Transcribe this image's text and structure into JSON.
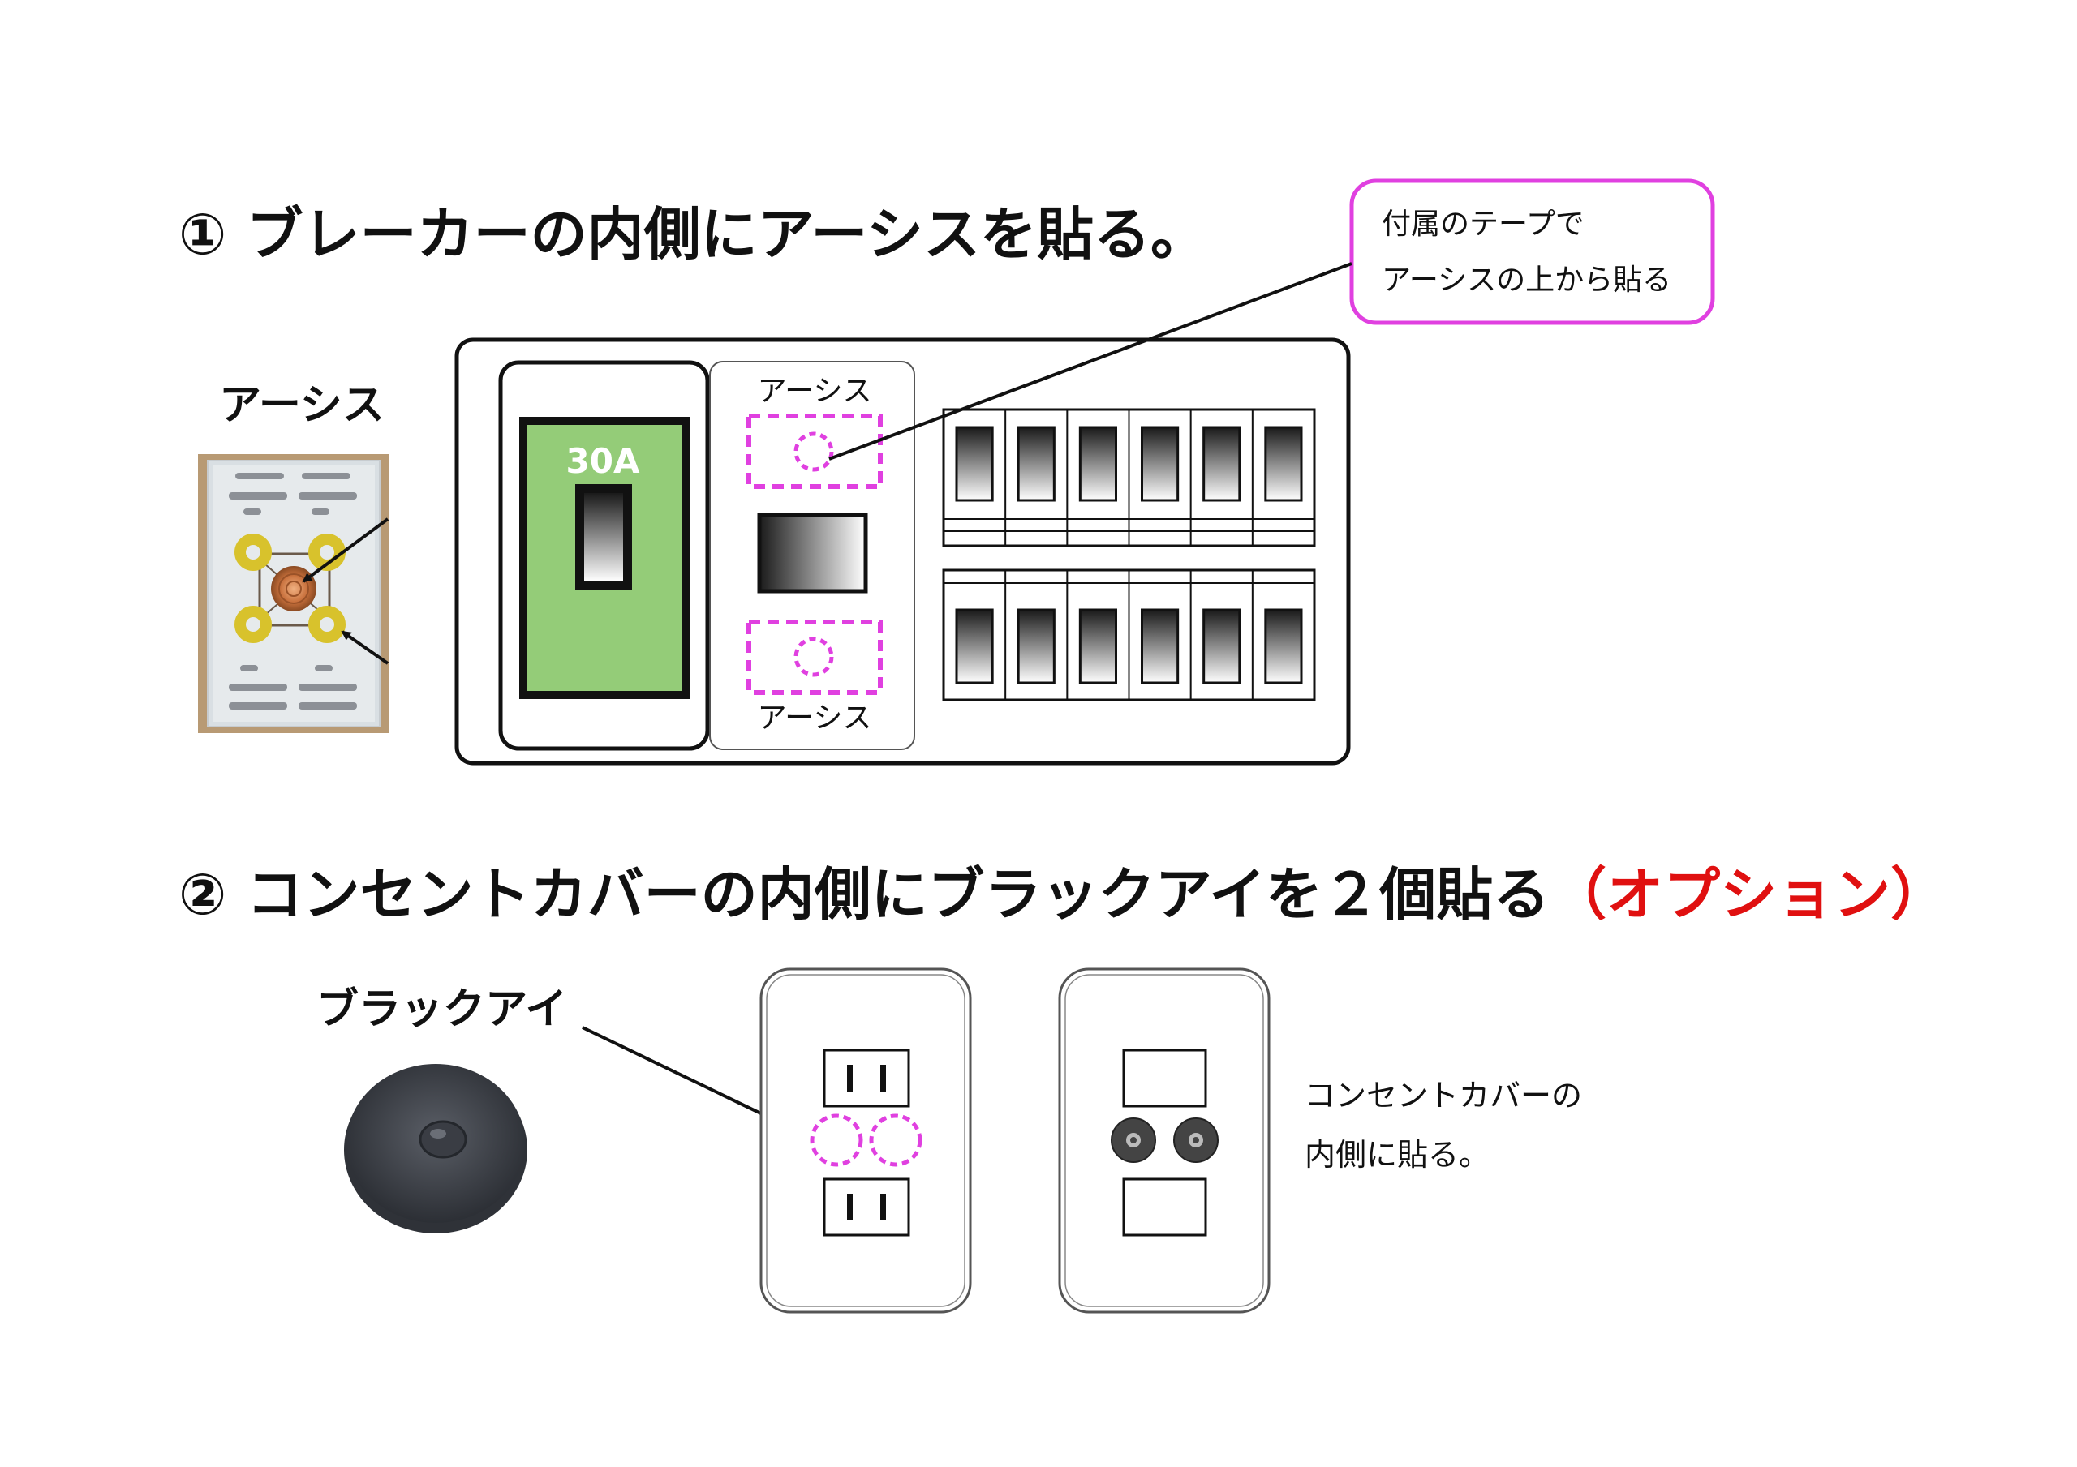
{
  "section1": {
    "title": "① ブレーカーの内側にアーシスを貼る。",
    "product_label": "アーシス",
    "callout_line1": "付属のテープで",
    "callout_line2": "アーシスの上から貼る",
    "breaker_rating": "30A",
    "slot_label_top": "アーシス",
    "slot_label_bottom": "アーシス"
  },
  "section2": {
    "title": "② コンセントカバーの内側にブラックアイを２個貼る",
    "title_option": "（オプション）",
    "product_label": "ブラックアイ",
    "note_line1": "コンセントカバーの",
    "note_line2": "内側に貼る。"
  },
  "colors": {
    "magenta": "#e040e0",
    "green": "#94cc78",
    "red": "#e01010"
  }
}
